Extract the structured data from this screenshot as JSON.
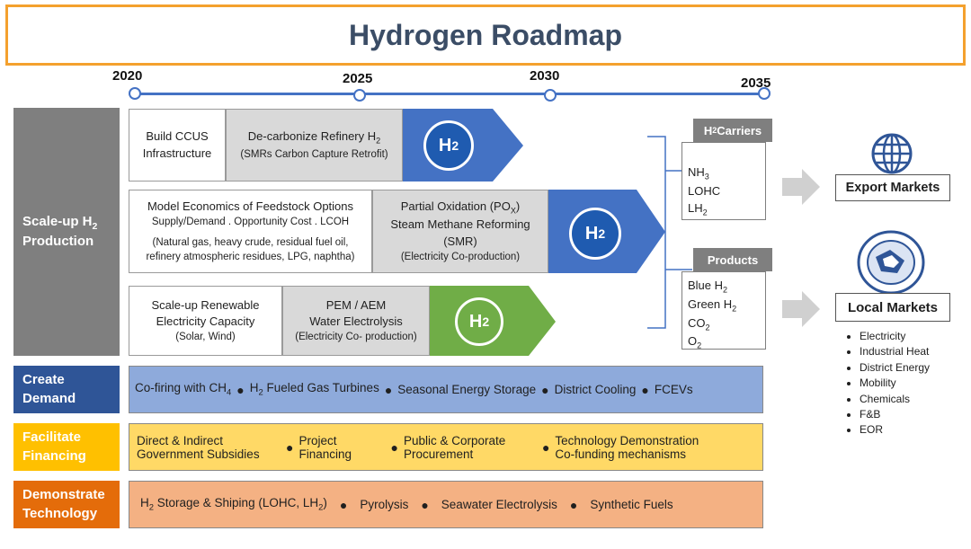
{
  "title": "Hydrogen Roadmap",
  "timeline": {
    "years": [
      "2020",
      "2025",
      "2030",
      "2035"
    ]
  },
  "h2_label": "H",
  "h2_sub": "2",
  "rows": {
    "scaleup": {
      "label_main": "Scale-up H",
      "label_sub": "2",
      "label_line2": "Production",
      "row1": {
        "cell1": [
          "Build CCUS",
          "Infrastructure"
        ],
        "cell2_title": "De-carbonize Refinery H",
        "cell2_title_sub": "2",
        "cell2_note": "(SMRs Carbon Capture Retrofit)"
      },
      "row2": {
        "cell1_title": "Model Economics of Feedstock Options",
        "cell1_line2": "Supply/Demand . Opportunity Cost . LCOH",
        "cell1_note1": "(Natural gas, heavy crude, residual fuel oil,",
        "cell1_note2": "refinery atmospheric residues, LPG, naphtha)",
        "cell2_line1a": "Partial Oxidation (PO",
        "cell2_line1sub": "X",
        "cell2_line1b": ")",
        "cell2_line2": "Steam Methane Reforming",
        "cell2_line3": "(SMR)",
        "cell2_note": "(Electricity Co-production)"
      },
      "row3": {
        "cell1_line1": "Scale-up Renewable",
        "cell1_line2": "Electricity Capacity",
        "cell1_note": "(Solar, Wind)",
        "cell2_line1": "PEM / AEM",
        "cell2_line2": "Water Electrolysis",
        "cell2_note": "(Electricity Co- production)"
      }
    },
    "demand": {
      "label1": "Create",
      "label2": "Demand",
      "item1a": "Co-firing with CH",
      "item1sub": "4",
      "item2a": "H",
      "item2sub": "2",
      "item2b": " Fueled Gas Turbines",
      "item3": "Seasonal Energy Storage",
      "item4": "District Cooling",
      "item5": "FCEVs"
    },
    "finance": {
      "label1": "Facilitate",
      "label2": "Financing",
      "item1": [
        "Direct & Indirect",
        "Government Subsidies"
      ],
      "item2": [
        "Project",
        "Financing"
      ],
      "item3": [
        "Public & Corporate",
        "Procurement"
      ],
      "item4": [
        "Technology Demonstration",
        "Co-funding mechanisms"
      ]
    },
    "demo": {
      "label1": "Demonstrate",
      "label2": "Technology",
      "item1a": "H",
      "item1sub": "2",
      "item1b": " Storage & Shiping (LOHC, LH",
      "item1sub2": "2",
      "item1c": ")",
      "item2": "Pyrolysis",
      "item3": "Seawater Electrolysis",
      "item4": "Synthetic Fuels"
    }
  },
  "carriers": {
    "title_a": "H",
    "title_sub": "2",
    "title_b": " Carriers",
    "items": [
      {
        "a": "NH",
        "sub": "3"
      },
      {
        "a": "LOHC",
        "sub": ""
      },
      {
        "a": "LH",
        "sub": "2"
      }
    ]
  },
  "products": {
    "title": "Products",
    "items": [
      {
        "a": "Blue H",
        "sub": "2"
      },
      {
        "a": "Green H",
        "sub": "2"
      },
      {
        "a": "CO",
        "sub": "2"
      },
      {
        "a": "O",
        "sub": "2"
      }
    ]
  },
  "export_markets": "Export Markets",
  "local_markets": "Local Markets",
  "local_items": [
    "Electricity",
    "Industrial Heat",
    "District Energy",
    "Mobility",
    "Chemicals",
    "F&B",
    "EOR"
  ],
  "colors": {
    "title_border": "#f4a12e",
    "gray_header": "#7f7f7f",
    "blue_arrow": "#4472c4",
    "green_arrow": "#70ad47",
    "demand_band": "#8eaadb",
    "demand_header": "#2f5597",
    "finance_band": "#ffd966",
    "finance_header": "#ffc000",
    "demo_band": "#f4b183",
    "demo_header": "#e46c0a"
  }
}
